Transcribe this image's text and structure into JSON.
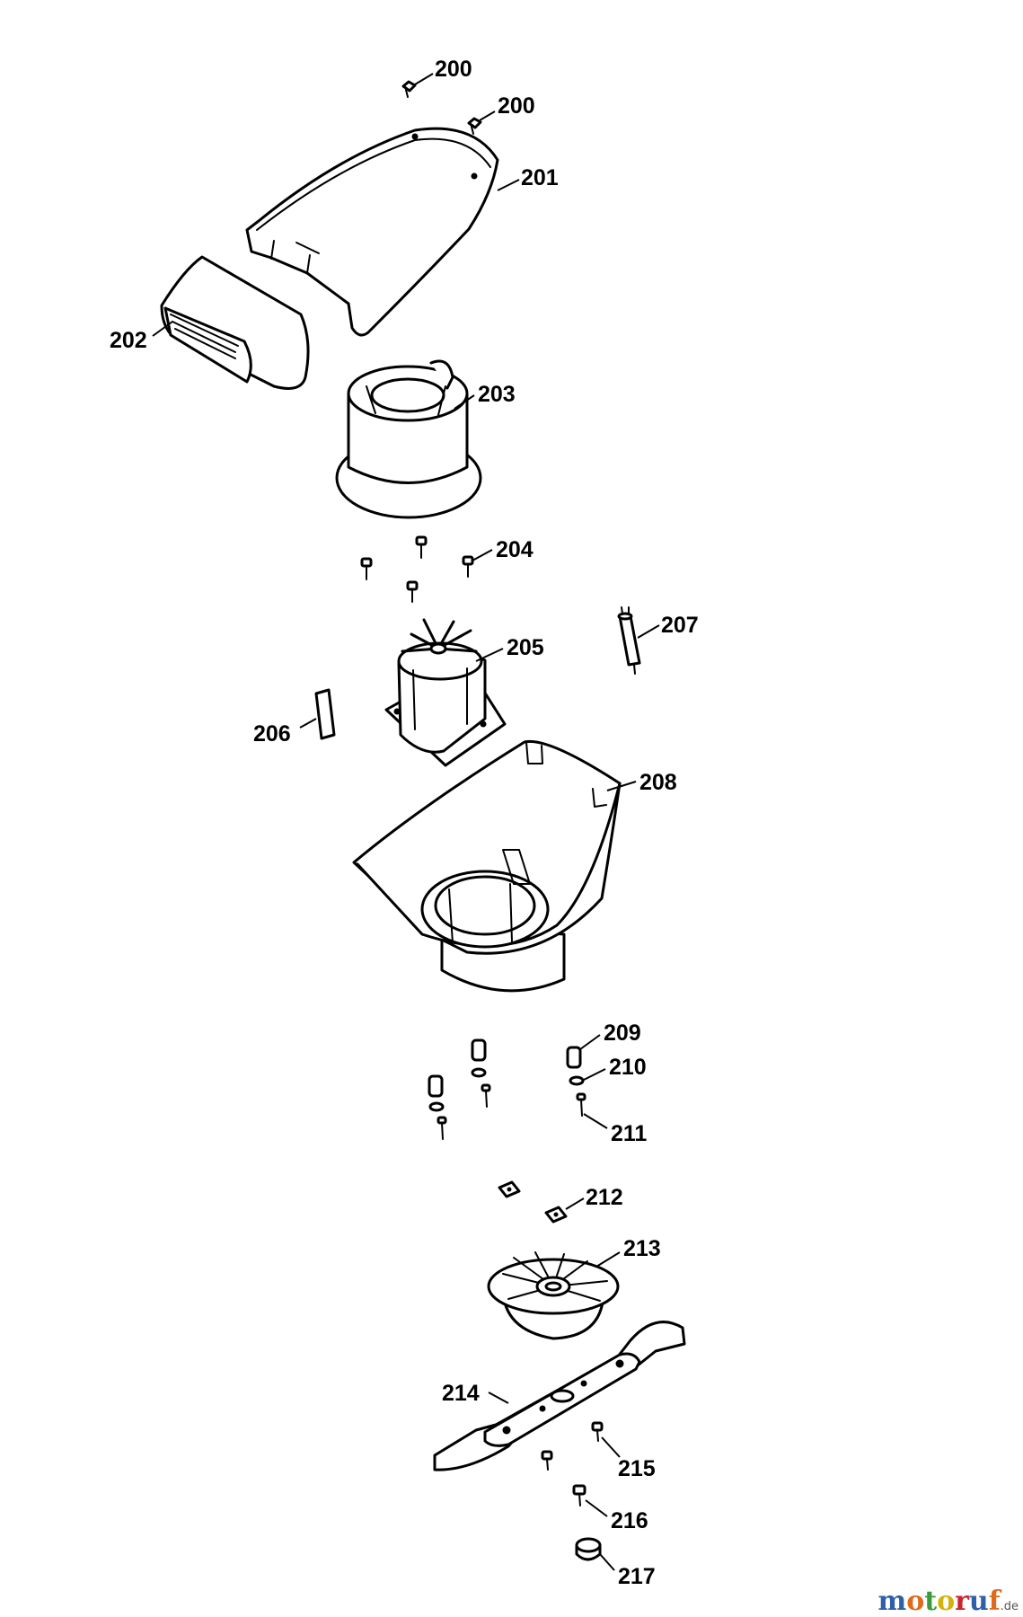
{
  "callouts": {
    "c200a": "200",
    "c200b": "200",
    "c201": "201",
    "c202": "202",
    "c203": "203",
    "c204": "204",
    "c205": "205",
    "c206": "206",
    "c207": "207",
    "c208": "208",
    "c209": "209",
    "c210": "210",
    "c211": "211",
    "c212": "212",
    "c213": "213",
    "c214": "214",
    "c215": "215",
    "c216": "216",
    "c217": "217"
  },
  "watermark": {
    "letters": [
      "m",
      "o",
      "t",
      "o",
      "r",
      "u",
      "f"
    ],
    "letter_colors": [
      "#2f5fa8",
      "#e06a1a",
      "#3b9a3b",
      "#d4b20c",
      "#c8262c",
      "#2f5fa8",
      "#e06a1a"
    ],
    "suffix": ".de"
  }
}
